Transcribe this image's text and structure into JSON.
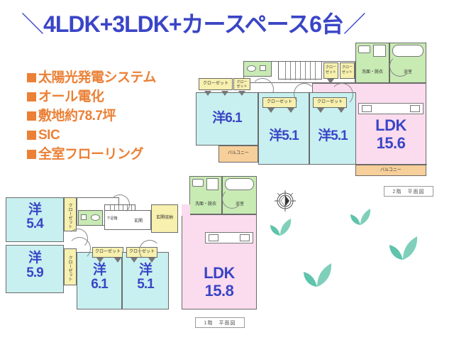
{
  "headline": {
    "slash_left": "＼",
    "text": "4LDK+3LDK+カースペース6台",
    "slash_right": "／",
    "color": "#3a45c6"
  },
  "features": {
    "bullet_color": "#eb8036",
    "items": [
      "太陽光発電システム",
      "オール電化",
      "敷地約78.7坪",
      "SIC",
      "全室フローリング"
    ]
  },
  "floor2": {
    "caption": "2階　平面図",
    "rooms": [
      {
        "name": "洋6.1",
        "line1": "洋6.1",
        "area": "6.1",
        "color": "#c8f0f0"
      },
      {
        "name": "洋5.1-a",
        "line1": "洋5.1",
        "area": "5.1",
        "color": "#c8f0f0"
      },
      {
        "name": "洋5.1-b",
        "line1": "洋5.1",
        "area": "5.1",
        "color": "#c8f0f0"
      },
      {
        "name": "LDK",
        "line1": "LDK",
        "line2": "15.6",
        "area": "15.6",
        "color": "#fbdcee"
      }
    ],
    "labels": {
      "closet": "クローゼット",
      "closet_short_1": "クロー",
      "closet_short_2": "ゼット",
      "balcony": "バルコニー",
      "washroom": "洗面・脱衣",
      "bath": "浴室"
    }
  },
  "floor1": {
    "caption": "1階　平面図",
    "rooms": [
      {
        "name": "洋5.4",
        "line1": "洋",
        "line2": "5.4",
        "area": "5.4",
        "color": "#c8f0f0"
      },
      {
        "name": "洋5.9",
        "line1": "洋",
        "line2": "5.9",
        "area": "5.9",
        "color": "#c8f0f0"
      },
      {
        "name": "洋6.1",
        "line1": "洋",
        "line2": "6.1",
        "area": "6.1",
        "color": "#c8f0f0"
      },
      {
        "name": "洋5.1",
        "line1": "洋",
        "line2": "5.1",
        "area": "5.1",
        "color": "#c8f0f0"
      },
      {
        "name": "LDK",
        "line1": "LDK",
        "line2": "15.8",
        "area": "15.8",
        "color": "#fbdcee"
      }
    ],
    "labels": {
      "closet": "クローゼット",
      "entrance": "玄関",
      "entrance_storage": "玄関収納",
      "shoe_box": "下足箱",
      "washroom": "洗面・脱衣",
      "bath": "浴室"
    }
  },
  "compass": {
    "name": "north-compass"
  }
}
